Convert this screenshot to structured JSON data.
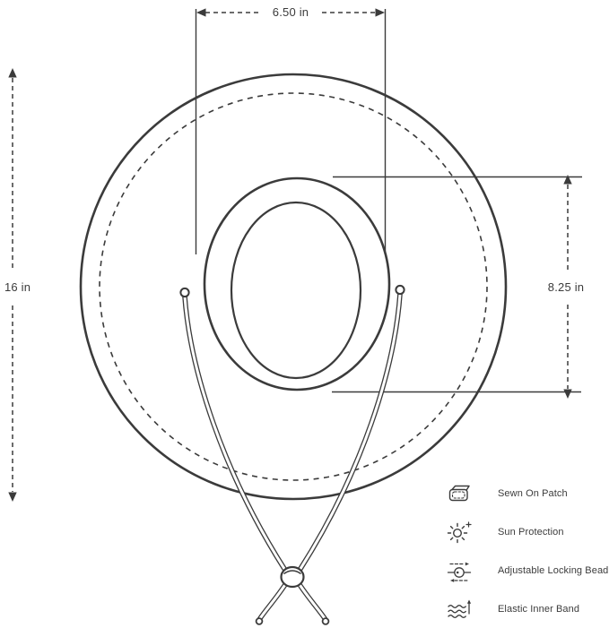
{
  "colors": {
    "line": "#3b3b3b",
    "background": "#ffffff"
  },
  "dimensions": {
    "crown_width": "6.50 in",
    "overall_diameter": "16 in",
    "crown_height": "8.25 in"
  },
  "legend": {
    "items": [
      {
        "icon": "sewn-patch-icon",
        "label": "Sewn On Patch"
      },
      {
        "icon": "sun-protection-icon",
        "label": "Sun Protection"
      },
      {
        "icon": "locking-bead-icon",
        "label": "Adjustable Locking Bead"
      },
      {
        "icon": "elastic-band-icon",
        "label": "Elastic Inner Band"
      }
    ]
  }
}
